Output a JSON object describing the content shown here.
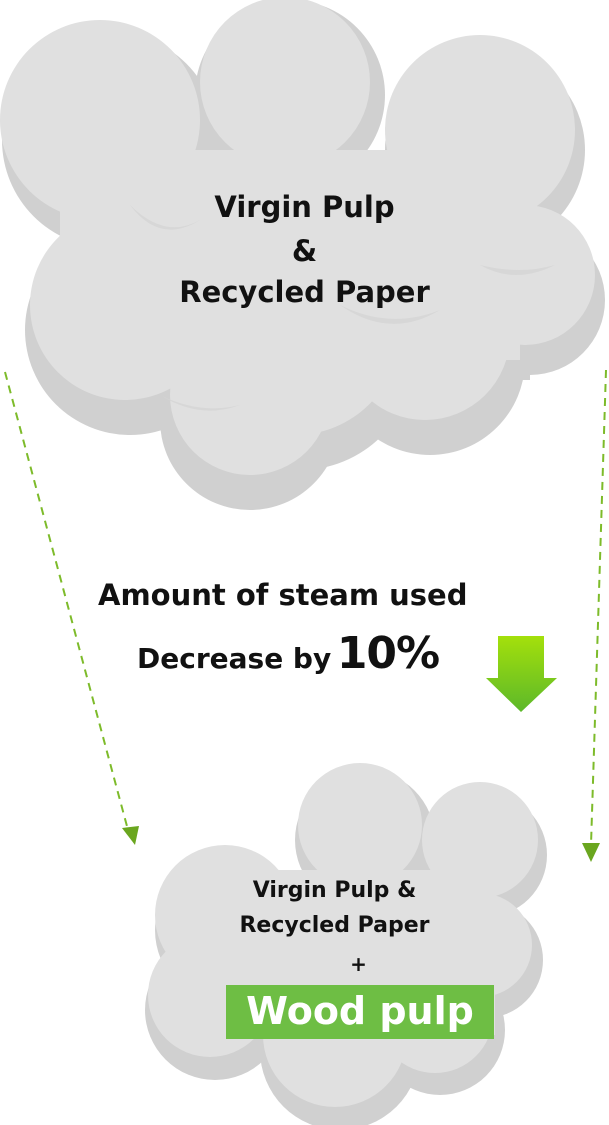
{
  "colors": {
    "cloud_light": "#e0e0e0",
    "cloud_shadow": "#cfcfcf",
    "arrow_gradient_top": "#a4e00b",
    "arrow_gradient_bottom": "#5cb82a",
    "dashed_line": "#7dbb2a",
    "wood_pulp_box": "#6ebe44"
  },
  "top_cloud": {
    "line1": "Virgin Pulp",
    "line2": "&",
    "line3": "Recycled Paper"
  },
  "middle": {
    "steam_label": "Amount of steam used",
    "decrease_label": "Decrease by",
    "decrease_value": "10%",
    "arrow_icon": "down-arrow-icon"
  },
  "bottom_cloud": {
    "line1": "Virgin Pulp &",
    "line2": "Recycled Paper",
    "plus": "+",
    "highlight": "Wood pulp"
  }
}
